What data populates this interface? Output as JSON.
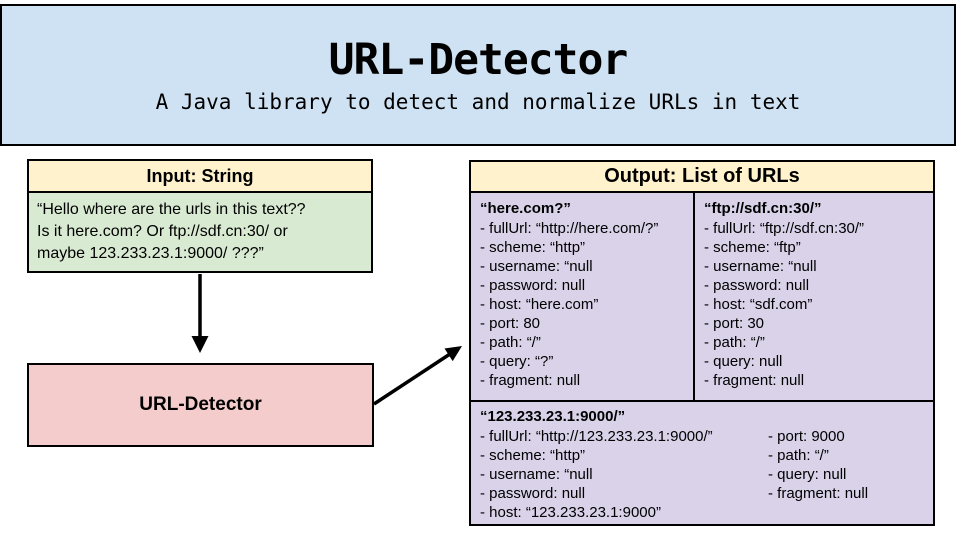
{
  "banner": {
    "title": "URL-Detector",
    "subtitle": "A Java library to detect and normalize URLs in text"
  },
  "input": {
    "header": "Input: String",
    "lines": [
      "“Hello where are the urls in this text??",
      "Is it here.com? Or ftp://sdf.cn:30/ or",
      "maybe 123.233.23.1:9000/ ???”"
    ]
  },
  "detector": {
    "label": "URL-Detector"
  },
  "output": {
    "header": "Output: List of URLs",
    "columns": [
      {
        "title": "“here.com?”",
        "items": [
          "- fullUrl: “http://here.com/?”",
          "- scheme: “http”",
          "- username: “null",
          "- password: null",
          "- host: “here.com”",
          "- port: 80",
          "- path: “/”",
          "- query: “?”",
          "- fragment: null"
        ]
      },
      {
        "title": "“ftp://sdf.cn:30/”",
        "items": [
          "- fullUrl: “ftp://sdf.cn:30/”",
          "- scheme: “ftp”",
          "- username: “null",
          "- password: null",
          "- host: “sdf.com”",
          "- port: 30",
          "- path: “/”",
          "- query: null",
          "- fragment: null"
        ]
      }
    ],
    "bottom": {
      "title": "“123.233.23.1:9000/”",
      "left_items": [
        "- fullUrl: “http://123.233.23.1:9000/”",
        "- scheme: “http”",
        "- username: “null",
        "- password: null",
        "- host: “123.233.23.1:9000”"
      ],
      "right_items": [
        "- port: 9000",
        "- path: “/”",
        "- query: null",
        "- fragment: null"
      ]
    }
  },
  "colors": {
    "border": "#000000",
    "banner_bg": "#cfe2f3",
    "header_bg": "#fff2cc",
    "input_bg": "#d9ead3",
    "detector_bg": "#f4cccc",
    "output_bg": "#d9d2e9"
  }
}
